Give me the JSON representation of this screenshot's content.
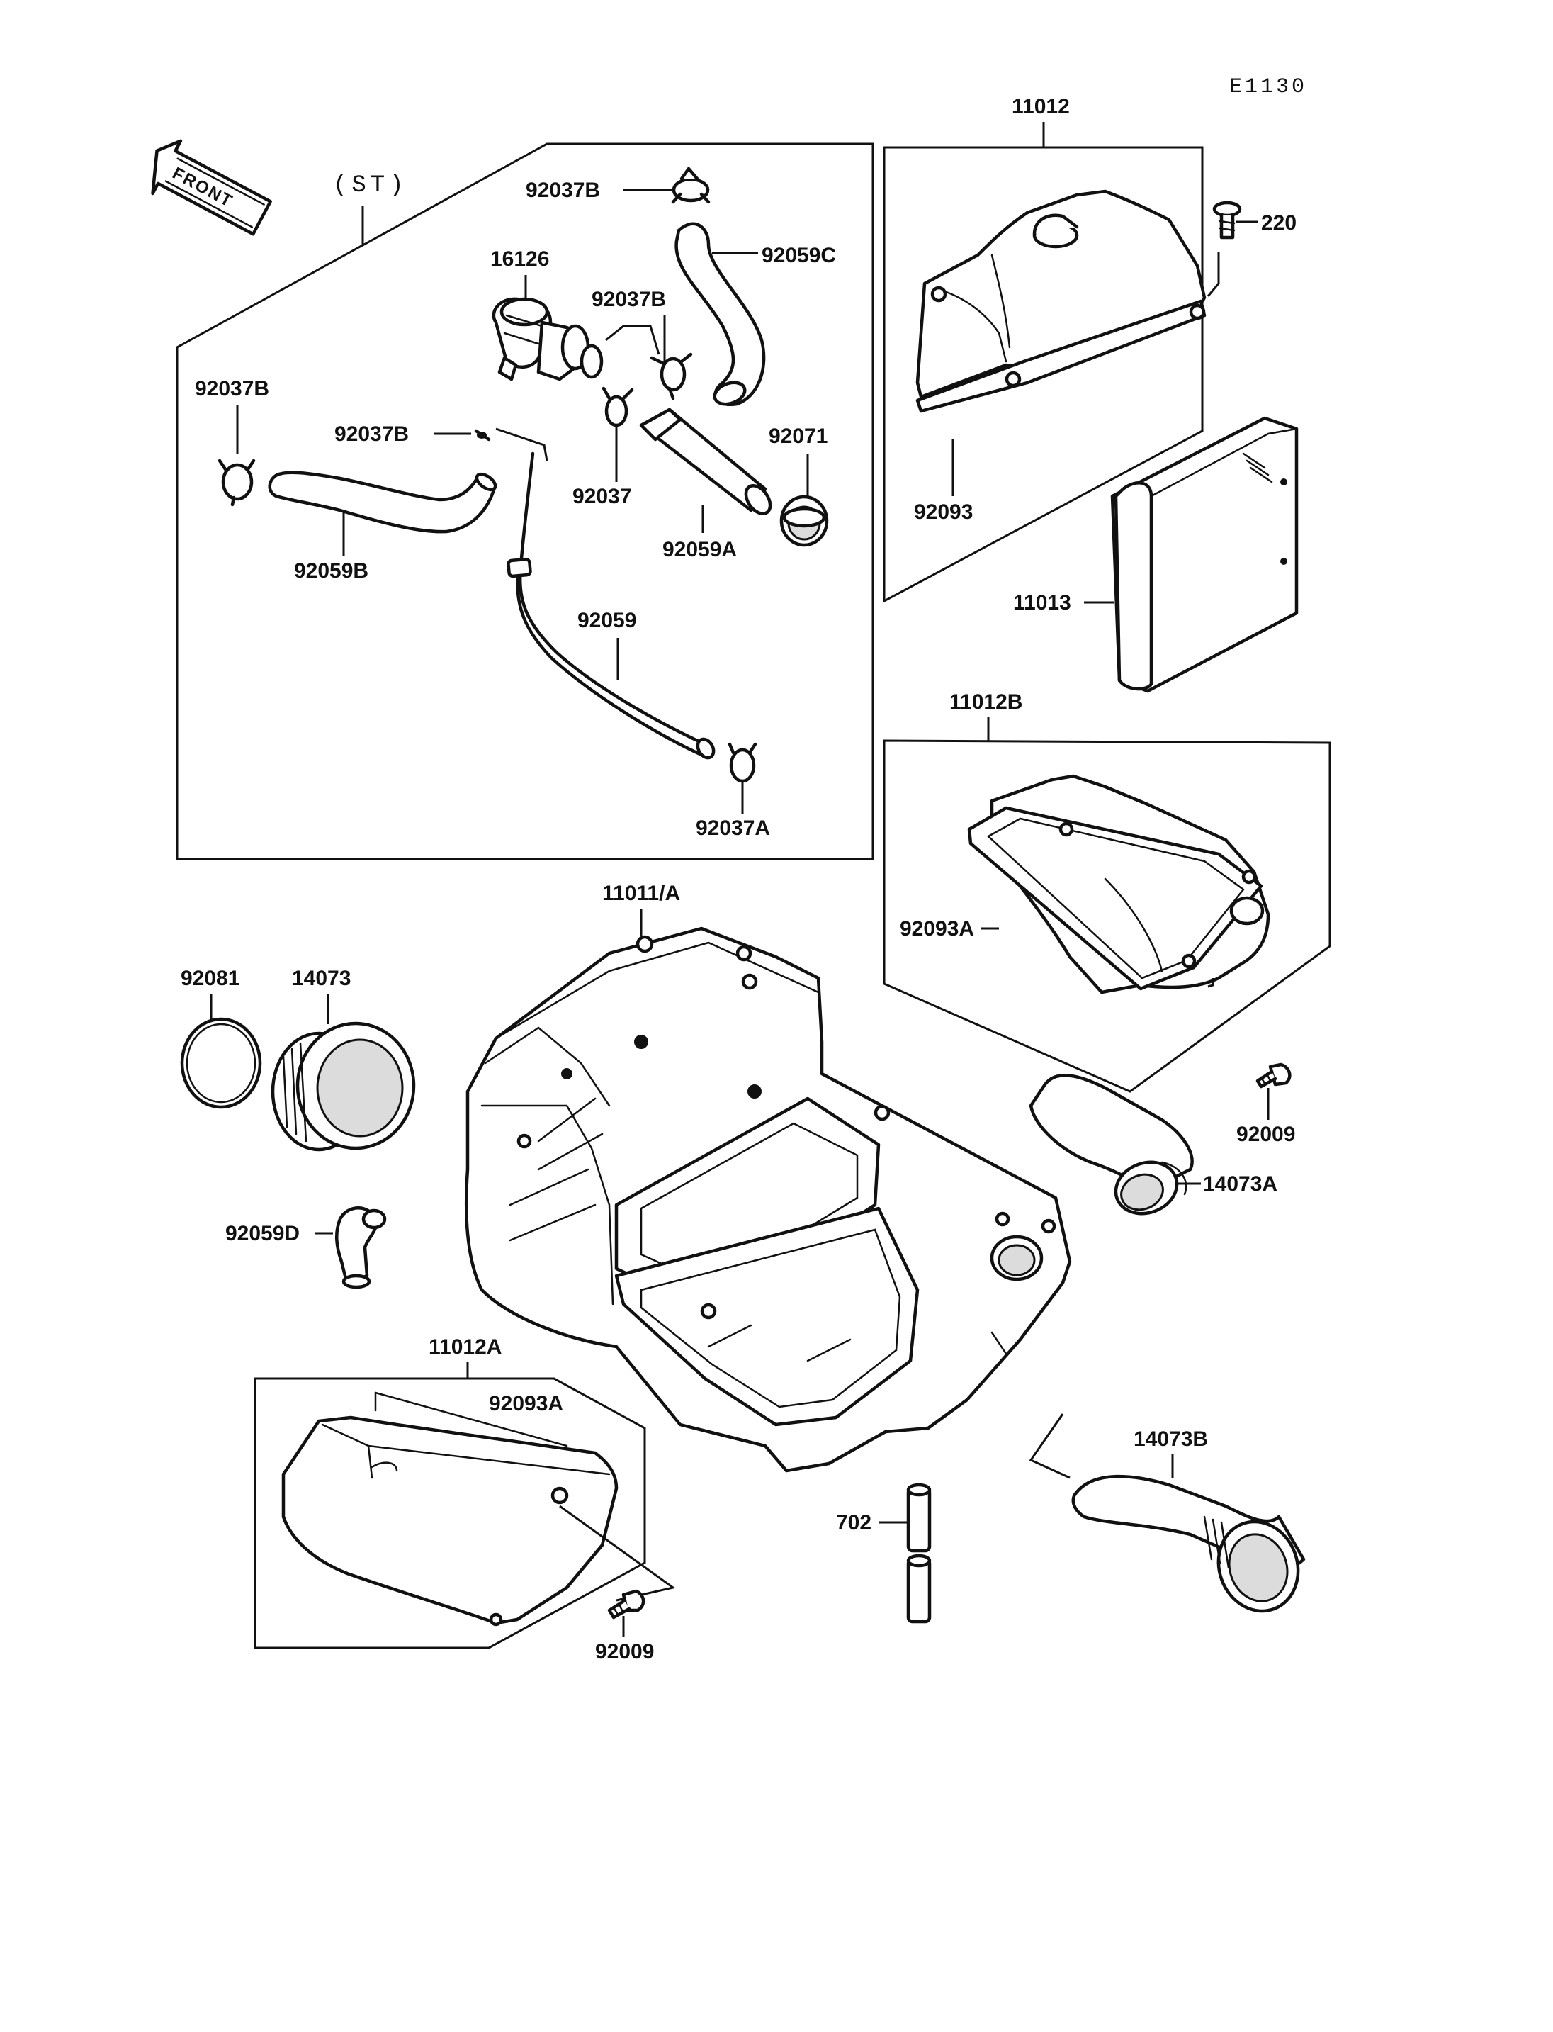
{
  "diagram": {
    "code": "E1130",
    "front_arrow": "FRONT",
    "st_label": "(ST)",
    "labels": {
      "p11012": "11012",
      "p220": "220",
      "p11013": "11013",
      "p92093": "92093",
      "p11012B": "11012B",
      "p92093A_top": "92093A",
      "p92009_right": "92009",
      "p14073A": "14073A",
      "p11011A": "11011/A",
      "p92081": "92081",
      "p14073": "14073",
      "p92059D": "92059D",
      "p11012A": "11012A",
      "p92093A_bottom": "92093A",
      "p92009_bottom": "92009",
      "p702": "702",
      "p14073B": "14073B",
      "p92037B_top": "92037B",
      "p92059C": "92059C",
      "p16126": "16126",
      "p92037B_mid": "92037B",
      "p92037B_left": "92037B",
      "p92037B_small": "92037B",
      "p92071": "92071",
      "p92037": "92037",
      "p92059A": "92059A",
      "p92059B": "92059B",
      "p92059": "92059",
      "p92037A": "92037A"
    }
  }
}
